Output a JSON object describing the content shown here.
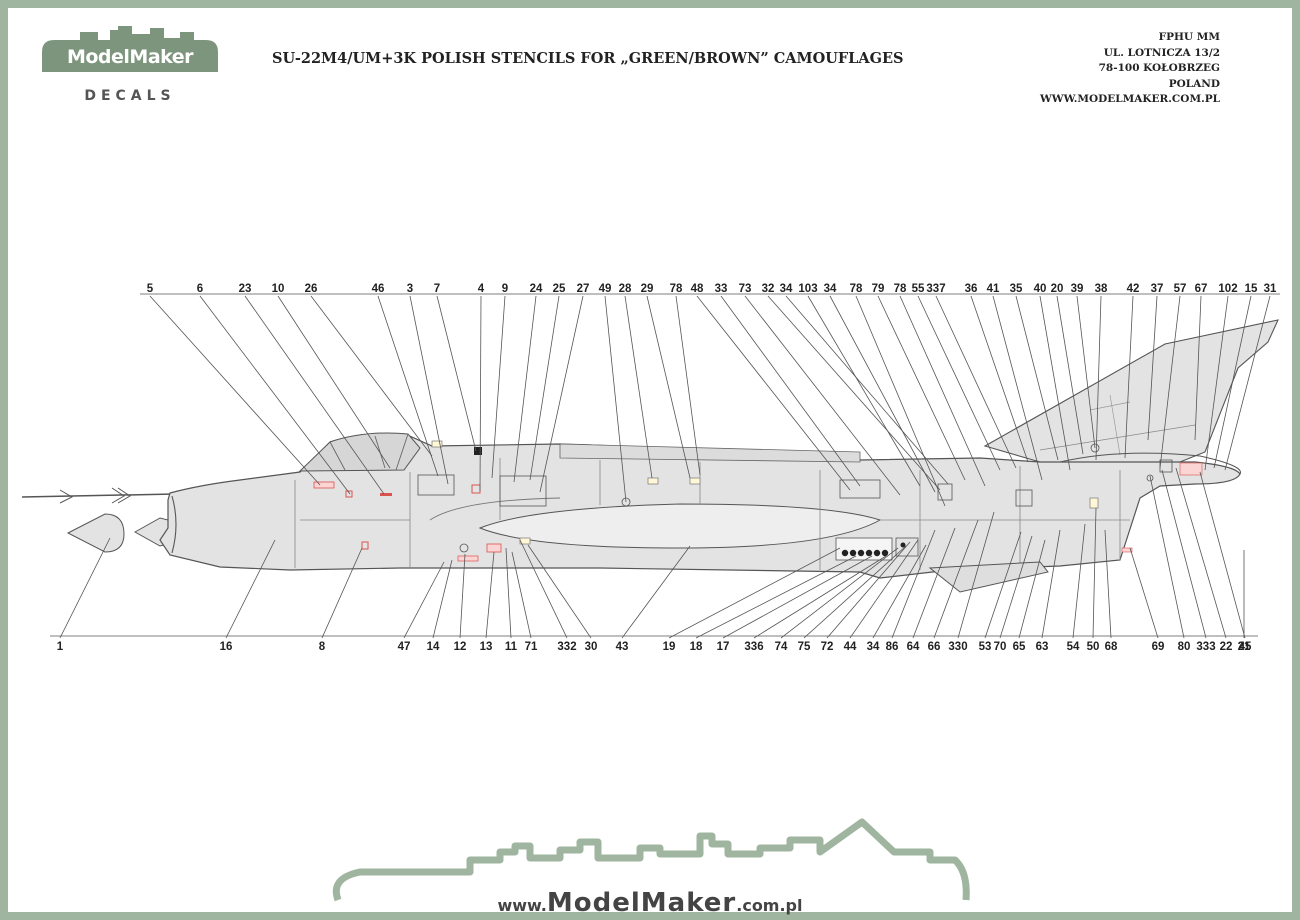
{
  "header": {
    "logo_main": "ModelMaker",
    "logo_sub": "DECALS",
    "title": "SU-22M4/UM+3K POLISH STENCILS FOR „GREEN/BROWN” CAMOUFLAGES",
    "address": [
      "FPHU MM",
      "UL. LOTNICZA 13/2",
      "78-100 KOŁOBRZEG",
      "POLAND",
      "WWW.MODELMAKER.COM.PL"
    ]
  },
  "labels": {
    "top": [
      "5",
      "6",
      "23",
      "10",
      "26",
      "46",
      "3",
      "7",
      "4",
      "9",
      "24",
      "25",
      "27",
      "49",
      "28",
      "29",
      "78",
      "48",
      "33",
      "73",
      "32",
      "34",
      "103",
      "34",
      "78",
      "79",
      "78",
      "55",
      "337",
      "36",
      "41",
      "35",
      "40",
      "20",
      "39",
      "38",
      "42",
      "37",
      "57",
      "67",
      "102",
      "15",
      "31"
    ],
    "bottom": [
      "1",
      "16",
      "8",
      "47",
      "14",
      "12",
      "13",
      "11",
      "71",
      "332",
      "30",
      "43",
      "19",
      "18",
      "17",
      "336",
      "74",
      "75",
      "72",
      "44",
      "34",
      "86",
      "64",
      "66",
      "330",
      "53",
      "70",
      "65",
      "63",
      "54",
      "50",
      "68",
      "69",
      "80",
      "333",
      "22",
      "45",
      "21"
    ]
  },
  "footer": {
    "www": "www.",
    "brand": "ModelMaker",
    "tld": ".com.pl"
  },
  "colors": {
    "frame": "#9fb59f",
    "fuselage": "#e3e3e3",
    "outline": "#555555",
    "stencil_red": "#d9534f",
    "stencil_yellow": "#f2c94c"
  }
}
